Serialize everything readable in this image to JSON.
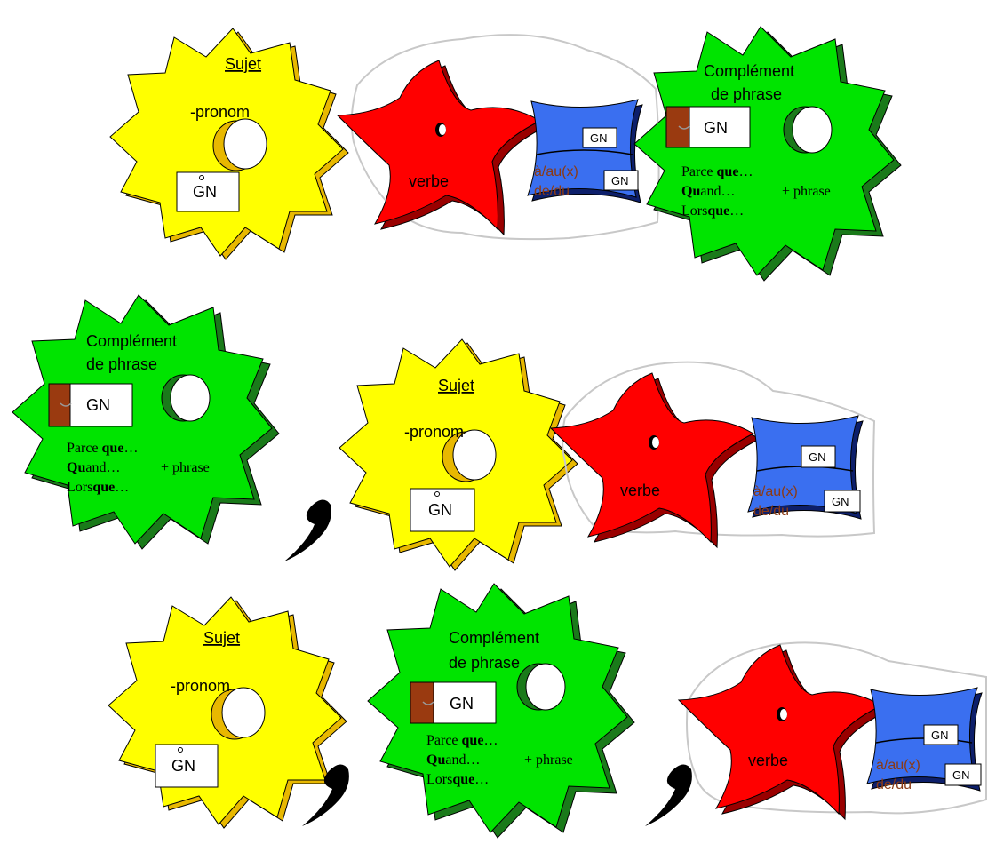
{
  "labels": {
    "sujet": "Sujet",
    "pronom": "-pronom",
    "gn": "GN",
    "verbe": "verbe",
    "complement_line1": "Complément",
    "complement_line2": "de phrase",
    "prep_line1": "à/au(x)",
    "prep_line2": "de/du",
    "conj_parce_pre": "Parce ",
    "conj_parce_bold": "que",
    "conj_parce_post": "…",
    "conj_quand_bold": "Qu",
    "conj_quand_post": "and…",
    "conj_plus_phrase": "+ phrase",
    "conj_lors_pre": "Lors",
    "conj_lors_bold": "que",
    "conj_lors_post": "…",
    "comma": ","
  },
  "colors": {
    "sujet_gear": "#ffff00",
    "sujet_shadow": "#e8b800",
    "verbe_gear": "#ff0000",
    "verbe_shadow": "#990000",
    "complement_gear": "#00e400",
    "complement_shadow": "#1a7a1a",
    "connector_gear": "#3a6ff0",
    "connector_shadow": "#0d1f6b",
    "prep_text": "#8b3a14",
    "tab_brown": "#9a3a10"
  }
}
